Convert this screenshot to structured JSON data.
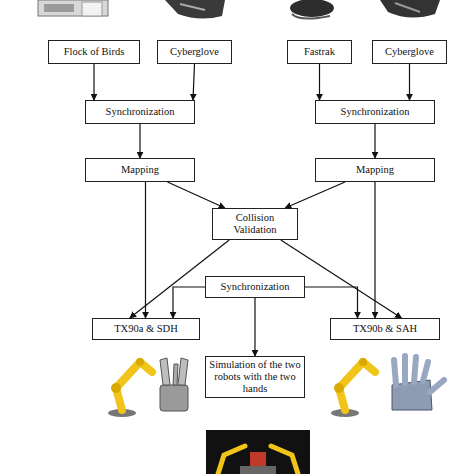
{
  "diagram": {
    "nodes": [
      {
        "text": [
          "Flock of Birds"
        ]
      },
      {
        "text": [
          "Cyberglove"
        ]
      },
      {
        "text": [
          "Fastrak"
        ]
      },
      {
        "text": [
          "Cyberglove"
        ]
      },
      {
        "text": [
          "Synchronization"
        ]
      },
      {
        "text": [
          "Synchronization"
        ]
      },
      {
        "text": [
          "Mapping"
        ]
      },
      {
        "text": [
          "Mapping"
        ]
      },
      {
        "text": [
          "Collision Validation"
        ]
      },
      {
        "text": [
          "Synchronization"
        ]
      },
      {
        "text": [
          "TX90a & SDH"
        ]
      },
      {
        "text": [
          "TX90b & SAH"
        ]
      },
      {
        "text": [
          "Simulation of the two robots with the two hands"
        ]
      }
    ],
    "edges": [
      {
        "from": 0,
        "to": 4,
        "arrow": "to"
      },
      {
        "from": 1,
        "to": 4,
        "arrow": "to"
      },
      {
        "from": 2,
        "to": 5,
        "arrow": "to"
      },
      {
        "from": 3,
        "to": 5,
        "arrow": "to"
      },
      {
        "from": 4,
        "to": 6,
        "arrow": "to"
      },
      {
        "from": 5,
        "to": 7,
        "arrow": "to"
      },
      {
        "from": 6,
        "to": 8,
        "arrow": "to"
      },
      {
        "from": 7,
        "to": 8,
        "arrow": "to"
      },
      {
        "from": 6,
        "to": 10,
        "arrow": "to"
      },
      {
        "from": 7,
        "to": 11,
        "arrow": "to"
      },
      {
        "from": 8,
        "to": 10,
        "arrow": "to"
      },
      {
        "from": 8,
        "to": 11,
        "arrow": "to"
      },
      {
        "from": 9,
        "to": 10,
        "arrow": "to"
      },
      {
        "from": 9,
        "to": 11,
        "arrow": "to"
      },
      {
        "from": 9,
        "to": 12,
        "arrow": "to"
      }
    ]
  }
}
